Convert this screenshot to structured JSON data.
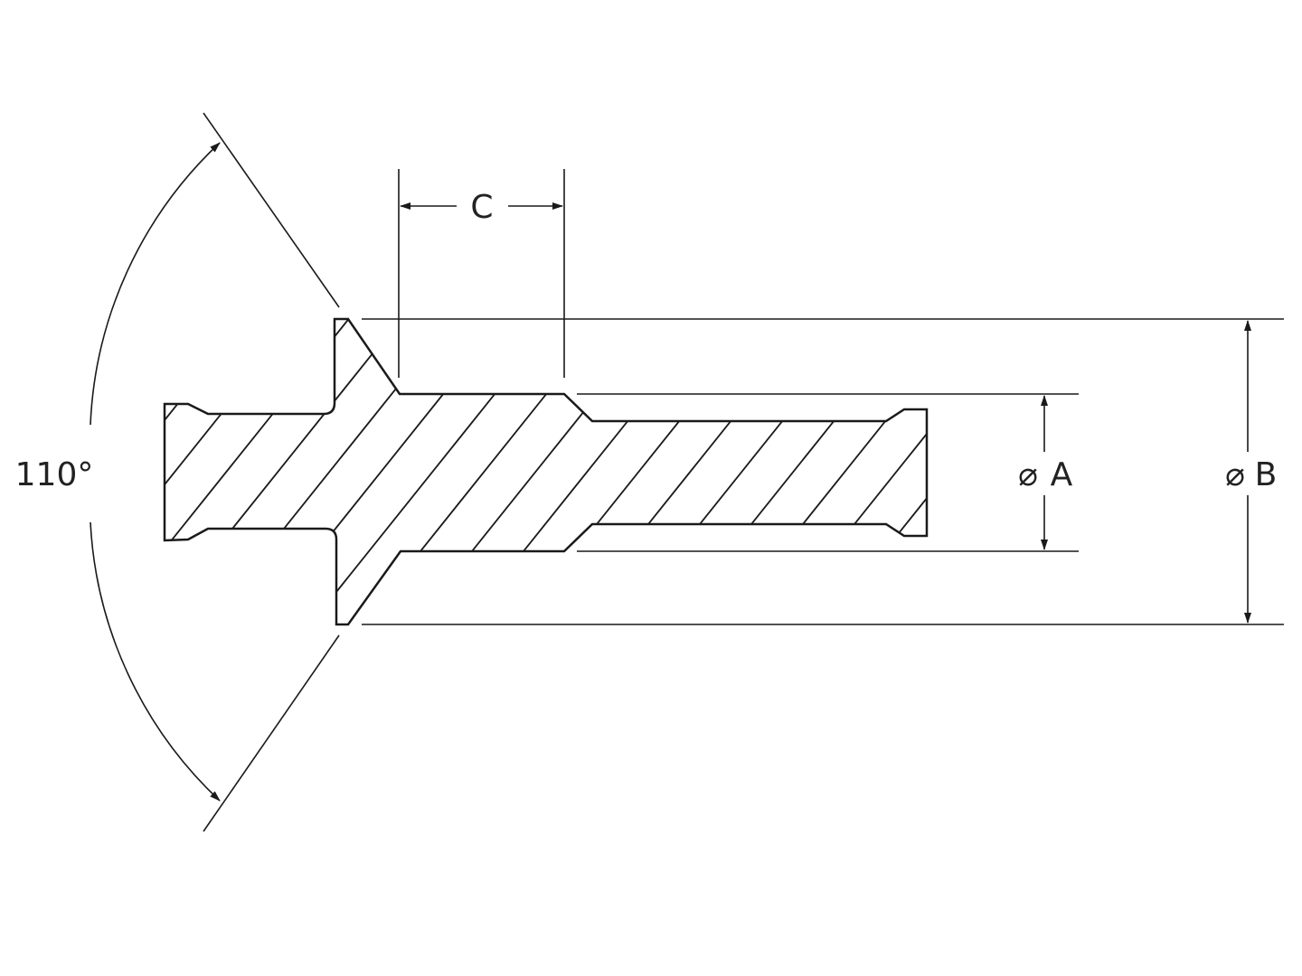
{
  "drawing": {
    "angle_label": "110°",
    "dim_c_label": "C",
    "dim_a_label": "A",
    "dim_b_label": "B",
    "diameter_symbol": "⌀",
    "line_color": "#1a1a1a"
  }
}
